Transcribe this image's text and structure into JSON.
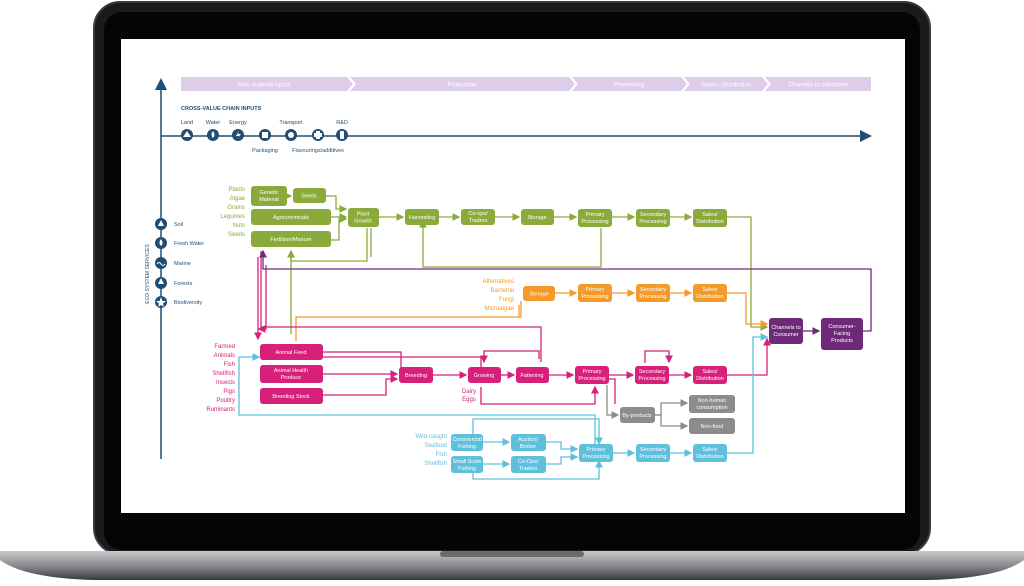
{
  "stages": [
    "Raw material inputs",
    "Production",
    "Processing",
    "Sales / Distribution",
    "Channels to consumer"
  ],
  "cross_value": {
    "title": "CROSS-VALUE CHAIN INPUTS",
    "top_labels": [
      "Land",
      "Water",
      "Energy",
      "Transport",
      "R&D"
    ],
    "bottom_labels": [
      "Packaging",
      "Flavourings/additives"
    ],
    "icons": [
      "land-icon",
      "water-icon",
      "energy-icon",
      "packaging-icon",
      "transport-icon",
      "flavourings-icon",
      "rnd-icon"
    ]
  },
  "ecosystem": {
    "axis_label": "ECO SYSTEM SERVICES",
    "items": [
      "Soil",
      "Fresh Water",
      "Marine",
      "Forests",
      "Biodiversity"
    ]
  },
  "plants": {
    "list": [
      "Plants",
      "Algae",
      "Grains",
      "Legumes",
      "Nuts",
      "Seeds"
    ],
    "genetic": [
      "Genetic",
      "Material"
    ],
    "seeds": "Seeds",
    "agrochemicals": "Agrochemicals",
    "fertilizer": "Fertilizer/Manure",
    "plant_growth": [
      "Plant",
      "Growth"
    ],
    "harvesting": "Harvesting",
    "coops": [
      "Co-ops/",
      "Traders"
    ],
    "storage": "Storage",
    "primary": [
      "Primary",
      "Processing"
    ],
    "secondary": [
      "Secondary",
      "Processing"
    ],
    "sales": [
      "Sales/",
      "Distribution"
    ]
  },
  "alternatives": {
    "list": [
      "Alternatives",
      "Bacterial",
      "Fungi",
      "Microalgae"
    ],
    "storage": "Storage",
    "primary": [
      "Primary",
      "Processing"
    ],
    "secondary": [
      "Secondary",
      "Processing"
    ],
    "sales": [
      "Sales/",
      "Distribution"
    ]
  },
  "animals": {
    "list": [
      "Farmed",
      "Animals",
      "Fish",
      "Shellfish",
      "Insects",
      "Pigs",
      "Poultry",
      "Ruminants"
    ],
    "feed": "Animal Feed",
    "health": [
      "Animal Health",
      "Produce"
    ],
    "breeding_stock": "Breeding Stock",
    "breeding": "Breeding",
    "growing": "Growing",
    "fattening": "Fattening",
    "dairy_eggs": [
      "Dairy",
      "Eggs"
    ],
    "primary": [
      "Primary",
      "Processing"
    ],
    "secondary": [
      "Secondary",
      "Processing"
    ],
    "sales": [
      "Sales/",
      "Distribution"
    ]
  },
  "byproducts": {
    "main": "By-products",
    "non_human": [
      "Non-human",
      "consumption"
    ],
    "non_food": "Non-food"
  },
  "wild": {
    "list": [
      "Wild-caught",
      "Seafood",
      "Fish",
      "Shellfish"
    ],
    "commercial": [
      "Commercial",
      "Fishing"
    ],
    "small_scale": [
      "Small Scale",
      "Fishing"
    ],
    "auction": [
      "Auction/",
      "Broker"
    ],
    "coops": [
      "Co-Ops/",
      "Traders"
    ],
    "primary": [
      "Primary",
      "Processing"
    ],
    "secondary": [
      "Secondary",
      "Processing"
    ],
    "sales": [
      "Sales/",
      "Distribution"
    ]
  },
  "consumer": {
    "channels": [
      "Channels to",
      "Consumer"
    ],
    "products": [
      "Consumer-",
      "Facing",
      "Products"
    ]
  },
  "colors": {
    "green": "#8aab3c",
    "orange": "#f39a2b",
    "magenta": "#d6207a",
    "cyan": "#5fc0dd",
    "grey": "#8c8c8c",
    "purple": "#6e2a79",
    "navy": "#1f4d74",
    "stage": "#ddcde8"
  }
}
